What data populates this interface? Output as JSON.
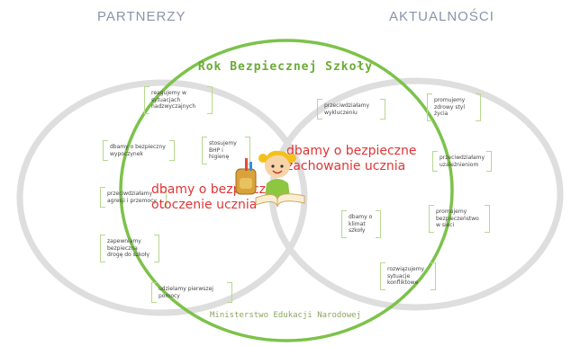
{
  "header": {
    "left": "PARTNERZY",
    "right": "AKTUALNOŚCI"
  },
  "center_title": "Rok Bezpiecznej Szkoły",
  "footer": "Ministerstwo Edukacji Narodowej",
  "slogans": {
    "left": "dbamy o bezpieczne otoczenie ucznia",
    "right": "dbamy o bezpieczne zachowanie ucznia"
  },
  "cards": [
    {
      "text": "reagujemy w sytuacjach nadzwyczajnych"
    },
    {
      "text": "dbamy o bezpieczny wypoczynek"
    },
    {
      "text": "stosujemy BHP i higienę"
    },
    {
      "text": "przeciwdziałamy agresji i przemocy"
    },
    {
      "text": "zapewniamy bezpieczną drogę do szkoły"
    },
    {
      "text": "udzielamy pierwszej pomocy"
    },
    {
      "text": "przeciwdziałamy wykluczeniu"
    },
    {
      "text": "promujemy zdrowy styl życia"
    },
    {
      "text": "przeciwdziałamy uzależnieniom"
    },
    {
      "text": "dbamy o klimat szkoły"
    },
    {
      "text": "promujemy bezpieczeństwo w sieci"
    },
    {
      "text": "rozwiązujemy sytuacje konfliktowe"
    }
  ],
  "colors": {
    "green": "#6fba3c",
    "gray_ring": "#d9d9d9",
    "red": "#e03535",
    "header": "#8a93a8"
  },
  "icons": [
    "girl-with-book-and-backpack-icon"
  ]
}
